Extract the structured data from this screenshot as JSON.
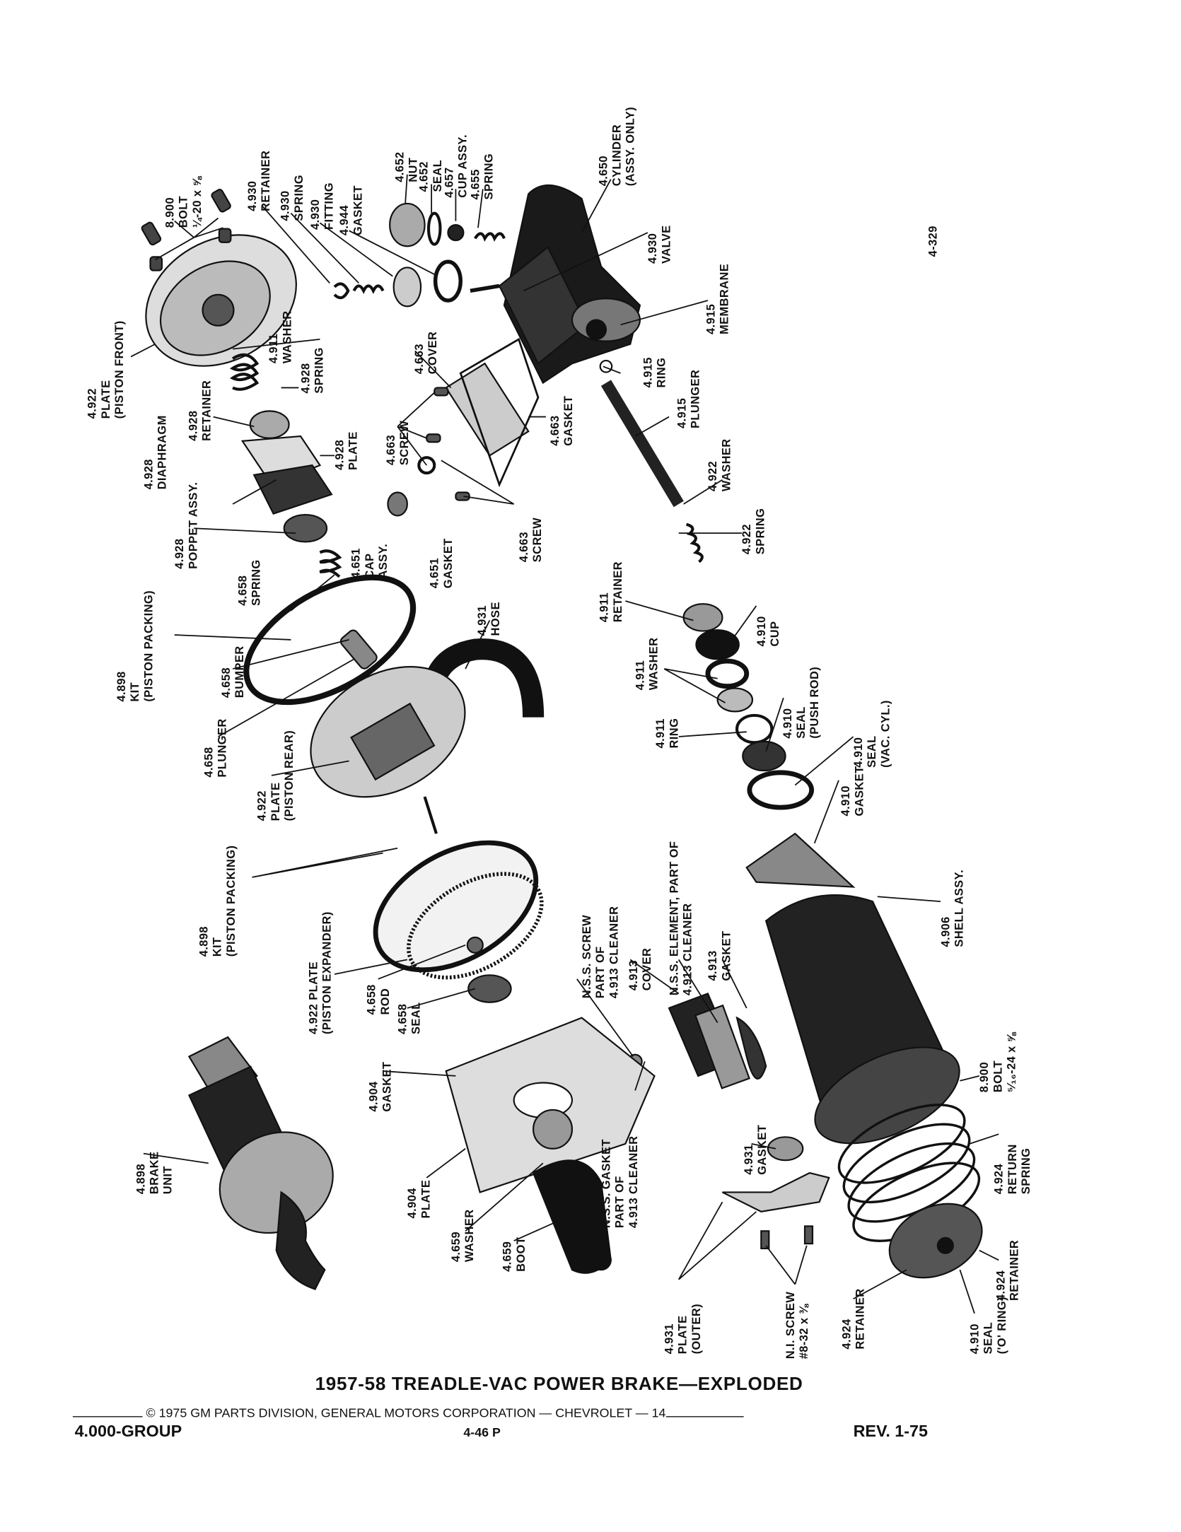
{
  "page_ref": "4-329",
  "title": "1957-58 TREADLE-VAC POWER BRAKE—EXPLODED",
  "copyright": "© 1975 GM PARTS DIVISION, GENERAL MOTORS CORPORATION — CHEVROLET — 14",
  "group": "4.000-GROUP",
  "page_number": "4-46  P",
  "revision": "REV. 1-75",
  "labels": [
    {
      "lines": [
        "8.900",
        "BOLT",
        "¼-20 x ⅝"
      ]
    },
    {
      "lines": [
        "4.922",
        "PLATE",
        "(PISTON FRONT)"
      ]
    },
    {
      "lines": [
        "4.930",
        "RETAINER"
      ]
    },
    {
      "lines": [
        "4.930",
        "SPRING"
      ]
    },
    {
      "lines": [
        "4.930",
        "FITTING"
      ]
    },
    {
      "lines": [
        "4.944",
        "GASKET"
      ]
    },
    {
      "lines": [
        "4.652",
        "NUT"
      ]
    },
    {
      "lines": [
        "4.652",
        "SEAL"
      ]
    },
    {
      "lines": [
        "4.657",
        "CUP ASSY."
      ]
    },
    {
      "lines": [
        "4.655",
        "SPRING"
      ]
    },
    {
      "lines": [
        "4.650",
        "CYLINDER",
        "(ASSY. ONLY)"
      ]
    },
    {
      "lines": [
        "4.930",
        "VALVE"
      ]
    },
    {
      "lines": [
        "4.915",
        "MEMBRANE"
      ]
    },
    {
      "lines": [
        "4.911",
        "WASHER"
      ]
    },
    {
      "lines": [
        "4.928",
        "SPRING"
      ]
    },
    {
      "lines": [
        "4.928",
        "RETAINER"
      ]
    },
    {
      "lines": [
        "4.928",
        "DIAPHRAGM"
      ]
    },
    {
      "lines": [
        "4.928",
        "PLATE"
      ]
    },
    {
      "lines": [
        "4.663",
        "COVER"
      ]
    },
    {
      "lines": [
        "4.663",
        "SCREW"
      ]
    },
    {
      "lines": [
        "4.663",
        "GASKET"
      ]
    },
    {
      "lines": [
        "4.915",
        "RING"
      ]
    },
    {
      "lines": [
        "4.915",
        "PLUNGER"
      ]
    },
    {
      "lines": [
        "4.922",
        "WASHER"
      ]
    },
    {
      "lines": [
        "4.922",
        "SPRING"
      ]
    },
    {
      "lines": [
        "4.928",
        "POPPET ASSY."
      ]
    },
    {
      "lines": [
        "4.651",
        "CAP",
        "ASSY."
      ]
    },
    {
      "lines": [
        "4.651",
        "GASKET"
      ]
    },
    {
      "lines": [
        "4.663",
        "SCREW"
      ]
    },
    {
      "lines": [
        "4.658",
        "SPRING"
      ]
    },
    {
      "lines": [
        "4.931",
        "HOSE"
      ]
    },
    {
      "lines": [
        "4.898",
        "KIT",
        "(PISTON PACKING)"
      ]
    },
    {
      "lines": [
        "4.658",
        "BUMPER"
      ]
    },
    {
      "lines": [
        "4.911",
        "RETAINER"
      ]
    },
    {
      "lines": [
        "4.910",
        "CUP"
      ]
    },
    {
      "lines": [
        "4.911",
        "WASHER"
      ]
    },
    {
      "lines": [
        "4.910",
        "SEAL",
        "(PUSH ROD)"
      ]
    },
    {
      "lines": [
        "4.911",
        "RING"
      ]
    },
    {
      "lines": [
        "4.910",
        "SEAL",
        "(VAC. CYL.)"
      ]
    },
    {
      "lines": [
        "4.658",
        "PLUNGER"
      ]
    },
    {
      "lines": [
        "4.922",
        "PLATE",
        "(PISTON REAR)"
      ]
    },
    {
      "lines": [
        "4.910",
        "GASKET"
      ]
    },
    {
      "lines": [
        "4.898",
        "KIT",
        "(PISTON PACKING)"
      ]
    },
    {
      "lines": [
        "4.922 PLATE",
        "(PISTON EXPANDER)"
      ]
    },
    {
      "lines": [
        "4.658",
        "ROD"
      ]
    },
    {
      "lines": [
        "4.658",
        "SEAL"
      ]
    },
    {
      "lines": [
        "N.S.S. SCREW",
        "PART OF",
        "4.913 CLEANER"
      ]
    },
    {
      "lines": [
        "4.913",
        "COVER"
      ]
    },
    {
      "lines": [
        "N.S.S. ELEMENT, PART OF",
        "4.913 CLEANER"
      ]
    },
    {
      "lines": [
        "4.913",
        "GASKET"
      ]
    },
    {
      "lines": [
        "4.906",
        "SHELL ASSY."
      ]
    },
    {
      "lines": [
        "4.904",
        "GASKET"
      ]
    },
    {
      "lines": [
        "4.898",
        "BRAKE",
        "UNIT"
      ]
    },
    {
      "lines": [
        "4.904",
        "PLATE"
      ]
    },
    {
      "lines": [
        "N.S.S. GASKET",
        "PART OF",
        "4.913 CLEANER"
      ]
    },
    {
      "lines": [
        "4.931",
        "GASKET"
      ]
    },
    {
      "lines": [
        "8.900",
        "BOLT",
        "⁵⁄₁₆-24 x ⅝"
      ]
    },
    {
      "lines": [
        "4.924",
        "RETURN",
        "SPRING"
      ]
    },
    {
      "lines": [
        "4.659",
        "WASHER"
      ]
    },
    {
      "lines": [
        "4.659",
        "BOOT"
      ]
    },
    {
      "lines": [
        "4.924",
        "RETAINER"
      ]
    },
    {
      "lines": [
        "4.931",
        "PLATE",
        "(OUTER)"
      ]
    },
    {
      "lines": [
        "N.I. SCREW",
        "#8-32 x ⅜"
      ]
    },
    {
      "lines": [
        "4.924",
        "RETAINER"
      ]
    },
    {
      "lines": [
        "4.910",
        "SEAL",
        "('O' RING)"
      ]
    }
  ]
}
